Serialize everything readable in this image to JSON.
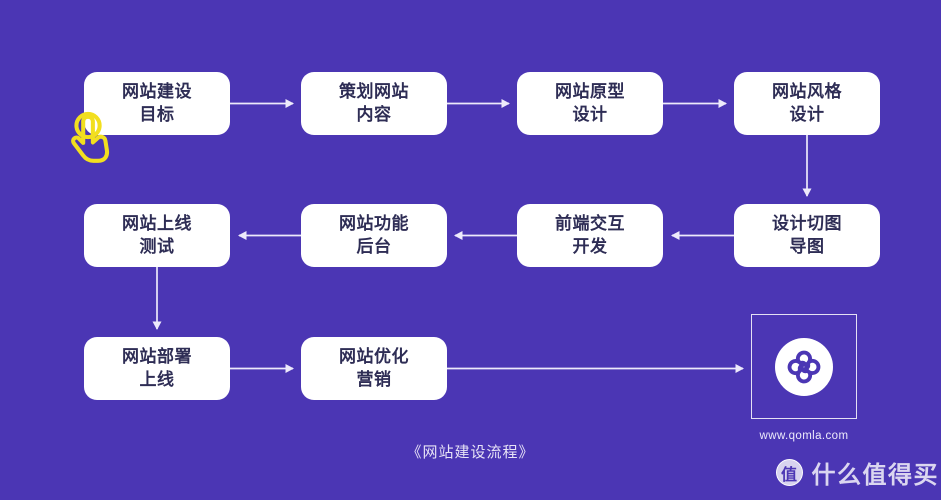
{
  "theme": {
    "background_purple": "#4B36B4",
    "node_fill": "#FFFFFF",
    "node_text": "#2E2D55",
    "arrow_color": "#EDEAFB",
    "cursor_yellow": "#F2DF1F"
  },
  "flow": {
    "title": "《网站建设流程》",
    "nodes": [
      {
        "label": "网站建设\n目标"
      },
      {
        "label": "策划网站\n内容"
      },
      {
        "label": "网站原型\n设计"
      },
      {
        "label": "网站风格\n设计"
      },
      {
        "label": "网站上线\n测试"
      },
      {
        "label": "网站功能\n后台"
      },
      {
        "label": "前端交互\n开发"
      },
      {
        "label": "设计切图\n导图"
      },
      {
        "label": "网站部署\n上线"
      },
      {
        "label": "网站优化\n营销"
      }
    ],
    "logo": {
      "icon": "qomla-clover-logo",
      "site_url": "www.qomla.com"
    },
    "cursor_icon": "tap-hand-cursor"
  },
  "watermark": {
    "badge": "值",
    "text": "什么值得买"
  }
}
